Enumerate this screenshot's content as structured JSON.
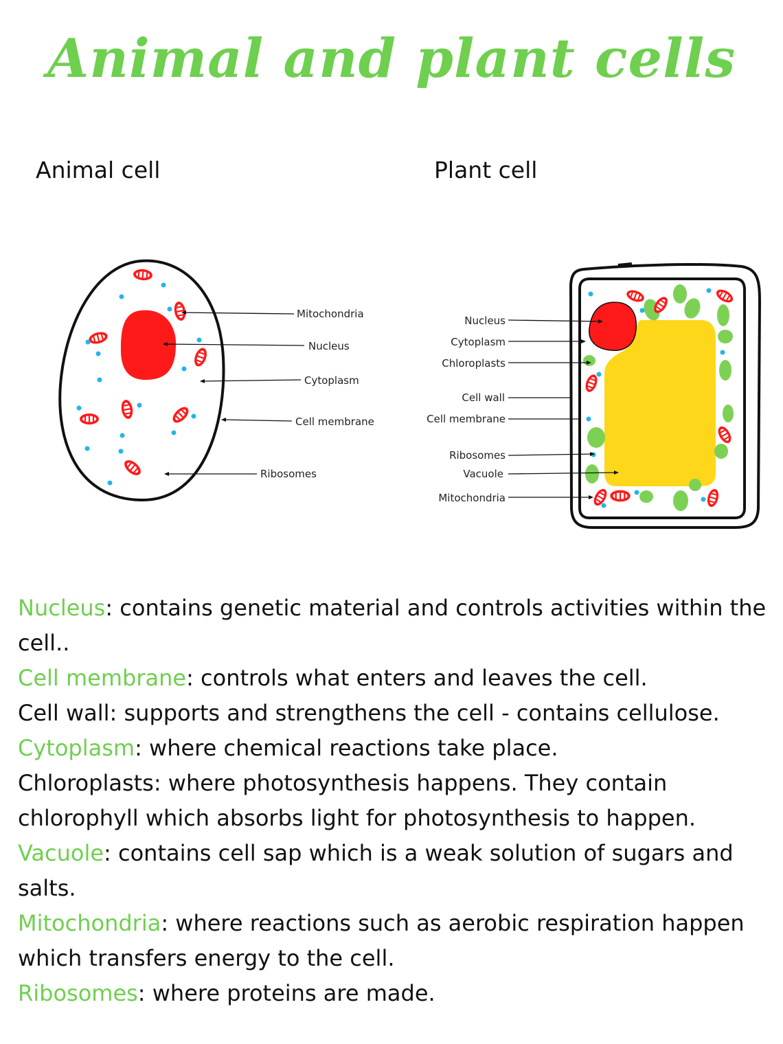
{
  "title": "Animal and plant cells",
  "animal_cell": {
    "heading": "Animal cell",
    "labels": {
      "mitochondria": "Mitochondria",
      "nucleus": "Nucleus",
      "cytoplasm": "Cytoplasm",
      "membrane": "Cell membrane",
      "ribosomes": "Ribosomes"
    }
  },
  "plant_cell": {
    "heading": "Plant cell",
    "labels": {
      "nucleus": "Nucleus",
      "cytoplasm": "Cytoplasm",
      "chloroplasts": "Chloroplasts",
      "wall": "Cell wall",
      "membrane": "Cell membrane",
      "ribosomes": "Ribosomes",
      "vacuole": "Vacuole",
      "mitochondria": "Mitochondria"
    }
  },
  "colors": {
    "accent_green": "#6fcf4f",
    "nucleus_red": "#ff1a1a",
    "ribosome_blue": "#22b5ec",
    "chloroplast_green": "#7cd155",
    "vacuole_yellow": "#ffd71a",
    "outline": "#111111"
  },
  "definitions": [
    {
      "term": "Nucleus",
      "text": ": contains genetic material and controls activities within the cell.."
    },
    {
      "term": "Cell membrane",
      "text": ": controls what enters and leaves the cell."
    },
    {
      "term": "",
      "text": "Cell wall: supports and strengthens the cell - contains cellulose."
    },
    {
      "term": "Cytoplasm",
      "text": ": where chemical reactions take place."
    },
    {
      "term": "",
      "text": "Chloroplasts: where photosynthesis happens. They contain chlorophyll which absorbs light for photosynthesis to happen."
    },
    {
      "term": "Vacuole",
      "text": ": contains cell sap which is a weak solution of sugars and salts."
    },
    {
      "term": "Mitochondria",
      "text": ": where reactions such as aerobic respiration happen which transfers energy to the cell."
    },
    {
      "term": "Ribosomes",
      "text": ": where proteins are made."
    }
  ]
}
